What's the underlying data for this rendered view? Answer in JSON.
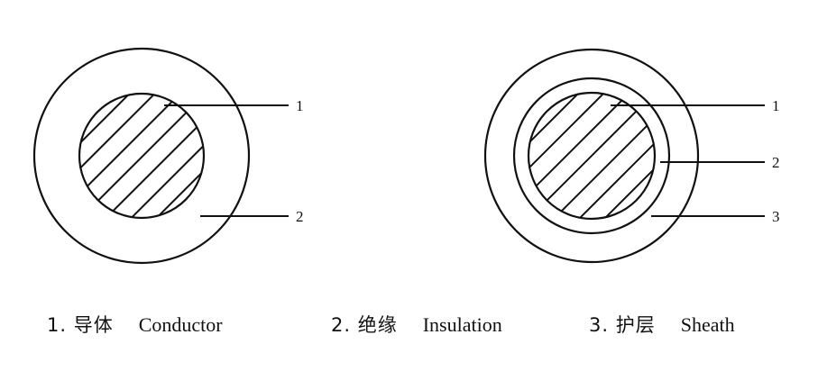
{
  "left_cable": {
    "callouts": [
      "1",
      "2"
    ]
  },
  "right_cable": {
    "callouts": [
      "1",
      "2",
      "3"
    ]
  },
  "legend": [
    {
      "cn": "1. 导体",
      "en": "Conductor"
    },
    {
      "cn": "2. 绝缘",
      "en": "Insulation"
    },
    {
      "cn": "3. 护层",
      "en": "Sheath"
    }
  ],
  "colors": {
    "line": "#111111",
    "background": "#ffffff"
  }
}
